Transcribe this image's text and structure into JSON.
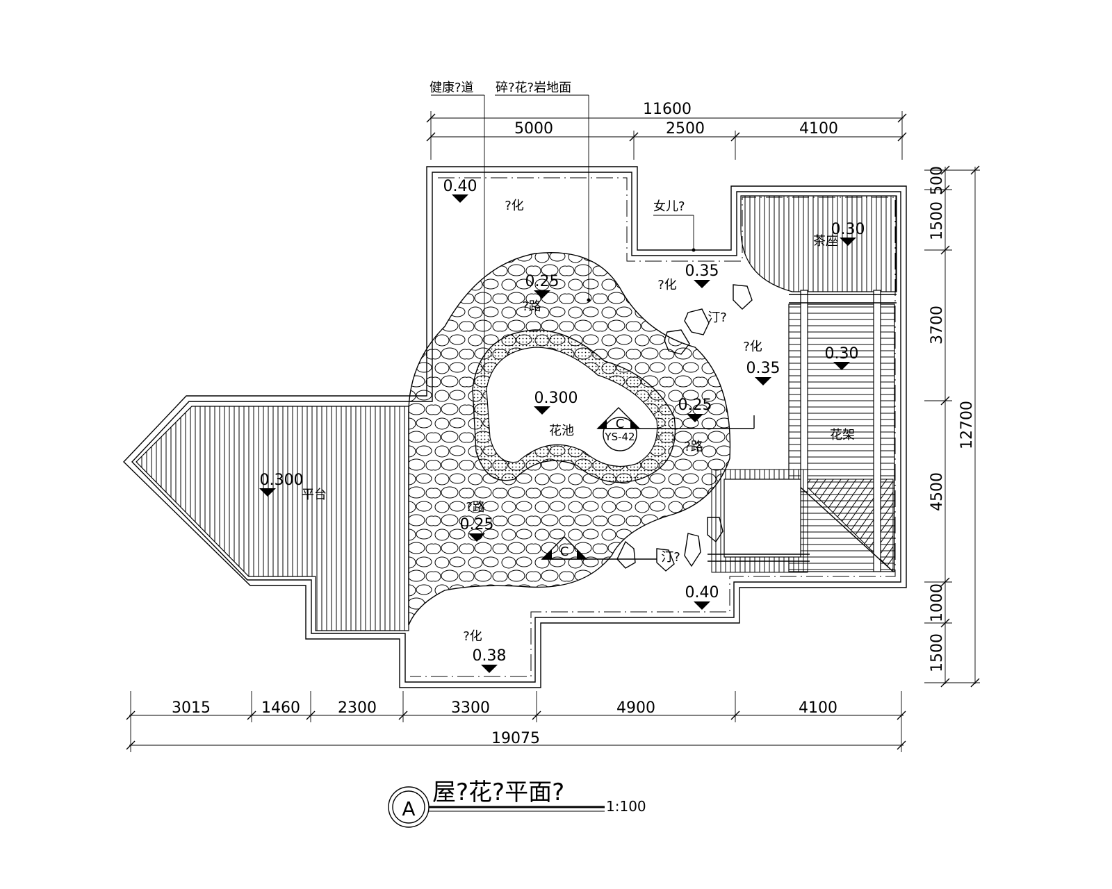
{
  "drawing": {
    "title": "屋?花?平面?",
    "scale": "1:100",
    "index_letter": "A"
  },
  "callouts": {
    "fitness_path": "健康?道",
    "granite_paving": "碎?花?岩地面",
    "parapet": "女儿?"
  },
  "dims_top": {
    "total": "11600",
    "segments": [
      "5000",
      "2500",
      "4100"
    ]
  },
  "dims_bottom": {
    "total": "19075",
    "segments": [
      "3015",
      "1460",
      "2300",
      "3300",
      "4900",
      "4100"
    ]
  },
  "dims_right": {
    "total": "12700",
    "segments": [
      "500",
      "1500",
      "3700",
      "4500",
      "1000",
      "1500"
    ]
  },
  "areas": {
    "tea_seat": "茶座",
    "flower_pool": "花池",
    "flower_rack": "花架",
    "platform": "平台",
    "green_1": "?化",
    "green_2": "?化",
    "green_3": "?化",
    "green_4": "?化",
    "path_1": "?路",
    "path_2": "?路",
    "path_3": "?路",
    "stepping_1": "汀?",
    "stepping_2": "汀?"
  },
  "section": {
    "letter": "C",
    "ref": "YS-42"
  },
  "elevations": {
    "e1": "0.40",
    "e2": "0.30",
    "e3": "0.35",
    "e4": "0.25",
    "e5": "0.30",
    "e6": "0.35",
    "e7": "0.300",
    "e8": "0.25",
    "e9": "0.300",
    "e10": "0.25",
    "e11": "0.40",
    "e12": "0.38"
  },
  "colors": {
    "line": "#000000",
    "background": "#ffffff"
  }
}
